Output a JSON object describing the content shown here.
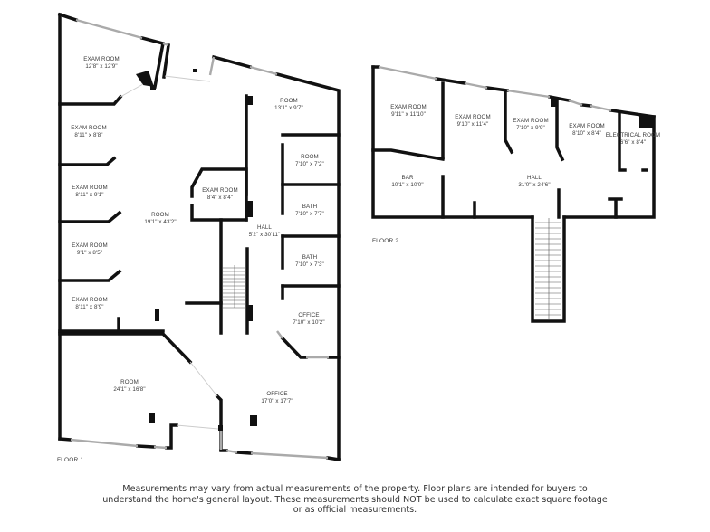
{
  "floor1": {
    "label": "FLOOR 1",
    "rooms": [
      {
        "name": "EXAM ROOM",
        "dims": "12'8\" x 12'9\""
      },
      {
        "name": "EXAM ROOM",
        "dims": "8'11\" x 8'8\""
      },
      {
        "name": "EXAM ROOM",
        "dims": "8'11\" x 9'1\""
      },
      {
        "name": "EXAM ROOM",
        "dims": "9'1\" x 8'5\""
      },
      {
        "name": "EXAM ROOM",
        "dims": "8'11\" x 8'9\""
      },
      {
        "name": "ROOM",
        "dims": "19'1\" x 43'2\""
      },
      {
        "name": "EXAM ROOM",
        "dims": "8'4\" x 8'4\""
      },
      {
        "name": "ROOM",
        "dims": "13'1\" x 9'7\""
      },
      {
        "name": "ROOM",
        "dims": "7'10\" x 7'2\""
      },
      {
        "name": "BATH",
        "dims": "7'10\" x 7'7\""
      },
      {
        "name": "HALL",
        "dims": "5'2\" x 30'11\""
      },
      {
        "name": "BATH",
        "dims": "7'10\" x 7'3\""
      },
      {
        "name": "OFFICE",
        "dims": "7'10\" x 10'2\""
      },
      {
        "name": "ROOM",
        "dims": "24'1\" x 16'8\""
      },
      {
        "name": "OFFICE",
        "dims": "17'0\" x 17'7\""
      }
    ]
  },
  "floor2": {
    "label": "FLOOR 2",
    "rooms": [
      {
        "name": "EXAM ROOM",
        "dims": "9'11\" x 11'10\""
      },
      {
        "name": "EXAM ROOM",
        "dims": "9'10\" x 11'4\""
      },
      {
        "name": "EXAM ROOM",
        "dims": "7'10\" x 9'9\""
      },
      {
        "name": "EXAM ROOM",
        "dims": "8'10\" x 8'4\""
      },
      {
        "name": "ELECTRICAL ROOM",
        "dims": "6'6\" x 8'4\""
      },
      {
        "name": "BAR",
        "dims": "10'1\" x 10'0\""
      },
      {
        "name": "HALL",
        "dims": "31'0\" x 24'6\""
      }
    ]
  },
  "disclaimer": "Measurements may vary from actual measurements of the property. Floor plans are intended for buyers to understand the home's general layout. These measurements should NOT be used to calculate exact square footage or as official measurements.",
  "colors": {
    "wall": "#111111",
    "window": "#bbbbbb",
    "text": "#3a3a3a",
    "background": "#ffffff"
  }
}
